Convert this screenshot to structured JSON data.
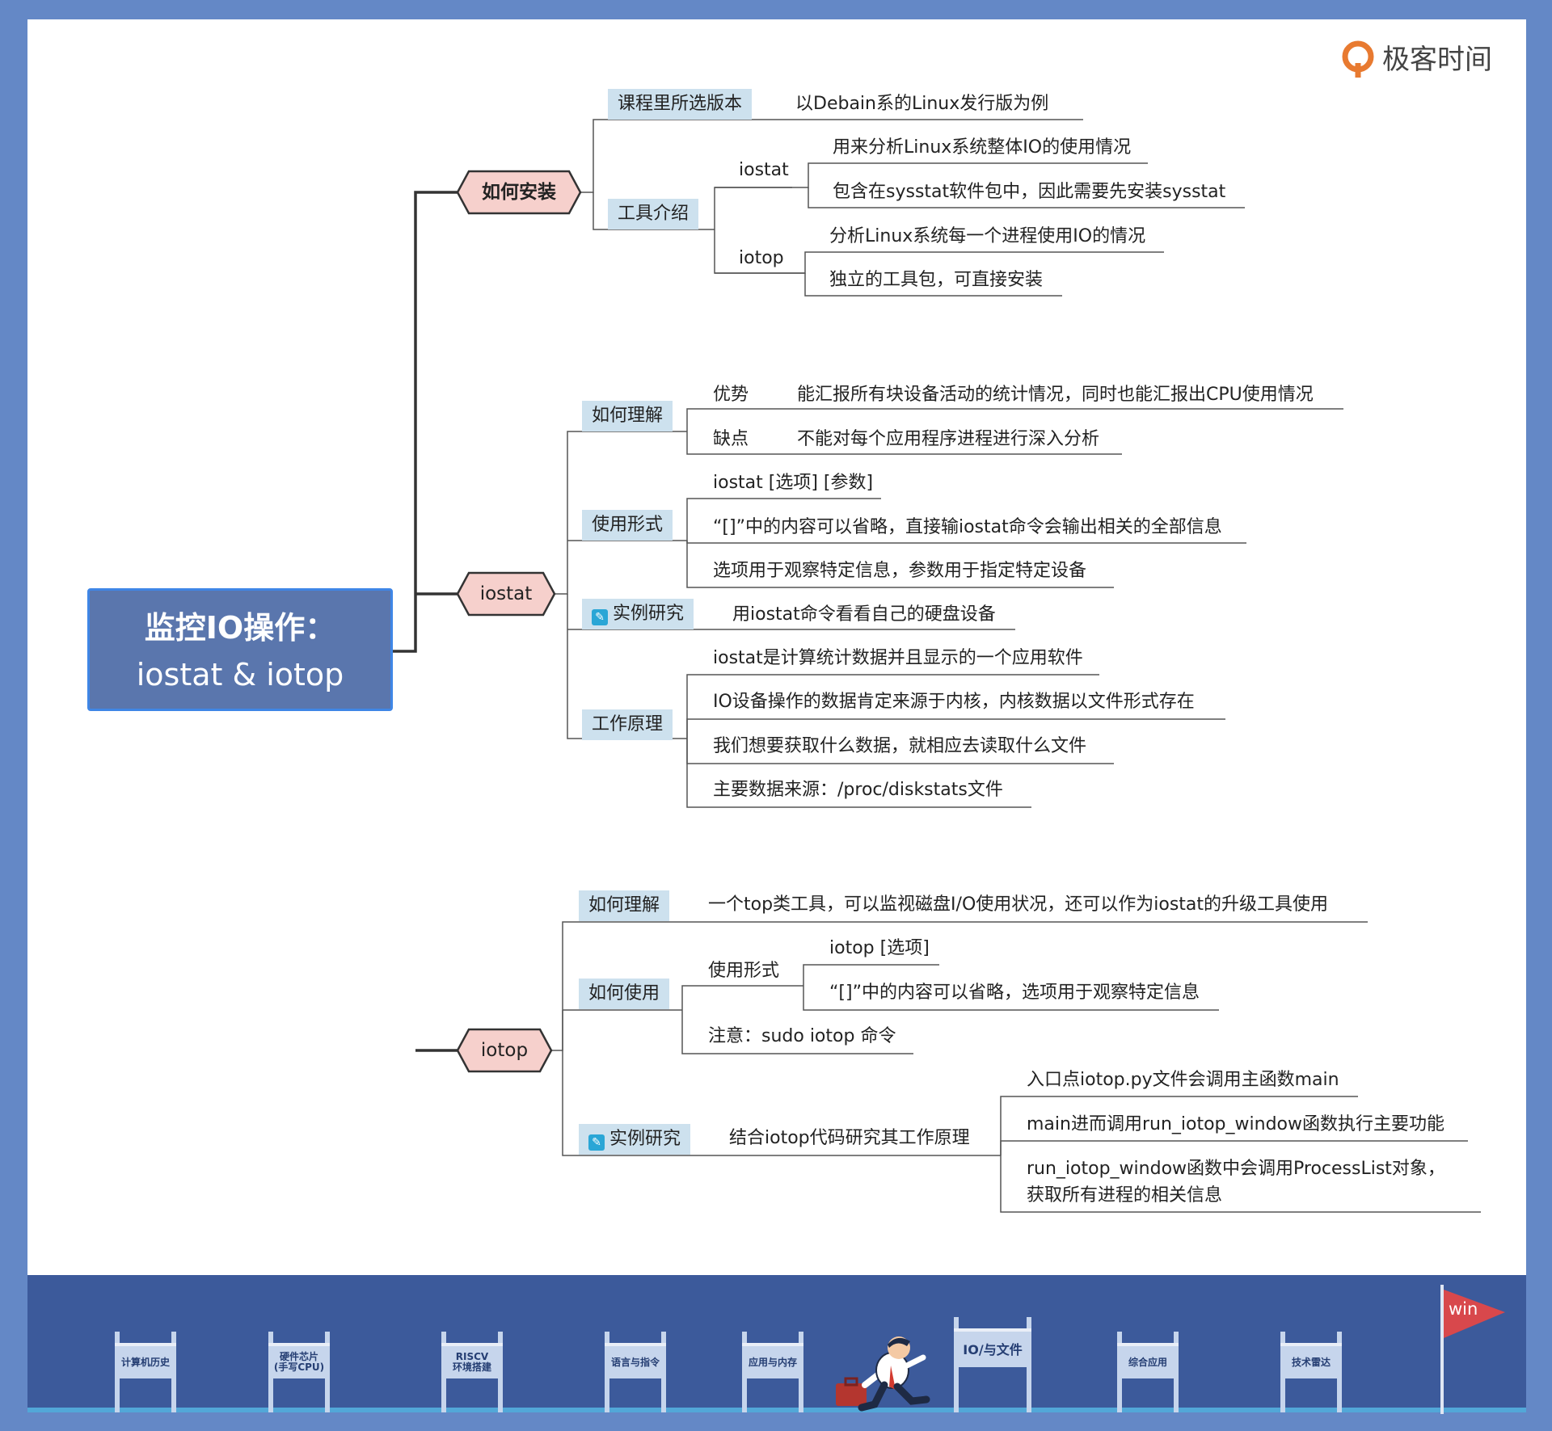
{
  "brand": {
    "name": "极客时间",
    "color": "#e87a30"
  },
  "colors": {
    "frame": "#6488c6",
    "central": "#5a76ad",
    "hex_fill": "#f6d0cc",
    "tag_fill": "#cde1ee",
    "line": "#333333"
  },
  "central": {
    "line1": "监控IO操作：",
    "line2": "iostat & iotop"
  },
  "install": {
    "label": "如何安装",
    "version_tag": "课程里所选版本",
    "version_text": "以Debain系的Linux发行版为例",
    "tools_tag": "工具介绍",
    "iostat": "iostat",
    "iostat_items": [
      "用来分析Linux系统整体IO的使用情况",
      "包含在sysstat软件包中，因此需要先安装sysstat"
    ],
    "iotop": "iotop",
    "iotop_items": [
      "分析Linux系统每一个进程使用IO的情况",
      "独立的工具包，可直接安装"
    ]
  },
  "iostat": {
    "label": "iostat",
    "understand_tag": "如何理解",
    "pros_label": "优势",
    "pros_text": "能汇报所有块设备活动的统计情况，同时也能汇报出CPU使用情况",
    "cons_label": "缺点",
    "cons_text": "不能对每个应用程序进程进行深入分析",
    "usage_tag": "使用形式",
    "usage_items": [
      "iostat [选项] [参数]",
      "“[]”中的内容可以省略，直接输iostat命令会输出相关的全部信息",
      "选项用于观察特定信息，参数用于指定特定设备"
    ],
    "case_tag": "实例研究",
    "case_text": "用iostat命令看看自己的硬盘设备",
    "principle_tag": "工作原理",
    "principle_items": [
      "iostat是计算统计数据并且显示的一个应用软件",
      "IO设备操作的数据肯定来源于内核，内核数据以文件形式存在",
      "我们想要获取什么数据，就相应去读取什么文件",
      "主要数据来源：/proc/diskstats文件"
    ]
  },
  "iotop": {
    "label": "iotop",
    "understand_tag": "如何理解",
    "understand_text": "一个top类工具，可以监视磁盘I/O使用状况，还可以作为iostat的升级工具使用",
    "use_tag": "如何使用",
    "form_label": "使用形式",
    "form_items": [
      "iotop [选项]",
      "“[]”中的内容可以省略，选项用于观察特定信息"
    ],
    "note": "注意：sudo iotop 命令",
    "case_tag": "实例研究",
    "case_text": "结合iotop代码研究其工作原理",
    "case_items": [
      "入口点iotop.py文件会调用主函数main",
      "main进而调用run_iotop_window函数执行主要功能",
      "run_iotop_window函数中会调用ProcessList对象，",
      "获取所有进程的相关信息"
    ]
  },
  "roadmap": {
    "gates": [
      "计算机历史",
      "硬件芯片",
      "(手写CPU)",
      "RISCV",
      "环境搭建",
      "语言与指令",
      "应用与内存",
      "IO/与文件",
      "综合应用",
      "技术雷达"
    ],
    "flag": "win"
  }
}
